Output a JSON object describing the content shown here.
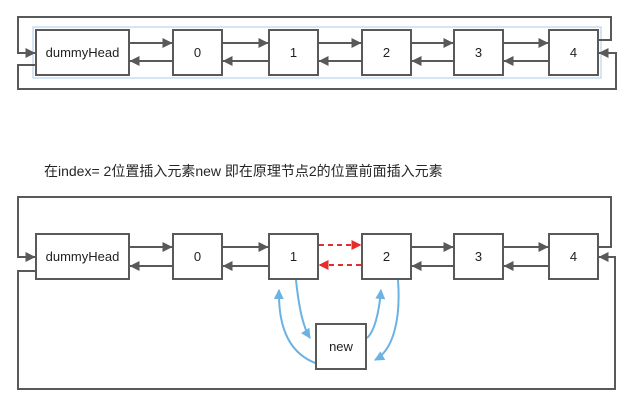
{
  "caption": "在index= 2位置插入元素new 即在原理节点2的位置前面插入元素",
  "diagram_top": {
    "description": "circular doubly linked list before insertion",
    "nodes": [
      "dummyHead",
      "0",
      "1",
      "2",
      "3",
      "4"
    ],
    "links": "dummyHead<->0<->1<->2<->3<->4, 4.next wraps to dummyHead, dummyHead.prev wraps to 4",
    "highlight_band": true
  },
  "diagram_bottom": {
    "description": "insertion of node new between node 1 and node 2",
    "nodes": [
      "dummyHead",
      "0",
      "1",
      "2",
      "3",
      "4"
    ],
    "new_label": "new",
    "replaced_links": "1<->2 shown as red dashed",
    "new_links": "blue curves 1->new, new->1, new->2, 2->new"
  },
  "colors": {
    "node_border": "#595959",
    "arrow": "#595959",
    "highlight_band": "#aecbeb",
    "red_dashed_arrow": "#e82c2c",
    "blue_curve_arrow": "#6cb2e2",
    "text": "#1f1f1f",
    "background": "#ffffff"
  }
}
